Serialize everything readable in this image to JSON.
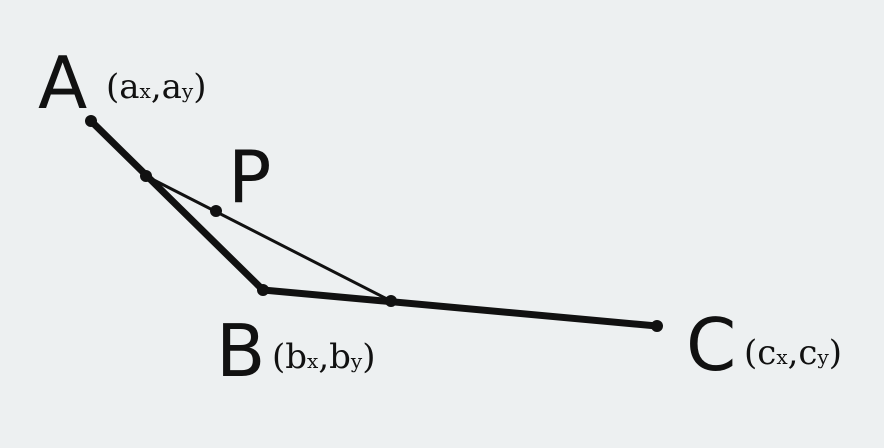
{
  "points": {
    "A": {
      "label": "A",
      "coord_open": "(",
      "coord_var1": "a",
      "sub1": "x",
      "comma": ",",
      "coord_var2": "a",
      "sub2": "y",
      "coord_close": ")"
    },
    "B": {
      "label": "B",
      "coord_open": "(",
      "coord_var1": "b",
      "sub1": "x",
      "comma": ",",
      "coord_var2": "b",
      "sub2": "y",
      "coord_close": ")"
    },
    "C": {
      "label": "C",
      "coord_open": "(",
      "coord_var1": "c",
      "sub1": "x",
      "comma": ",",
      "coord_var2": "c",
      "sub2": "y",
      "coord_close": ")"
    },
    "P": {
      "label": "P"
    }
  },
  "colors": {
    "ink": "#111111",
    "background": "#edf0f1"
  }
}
